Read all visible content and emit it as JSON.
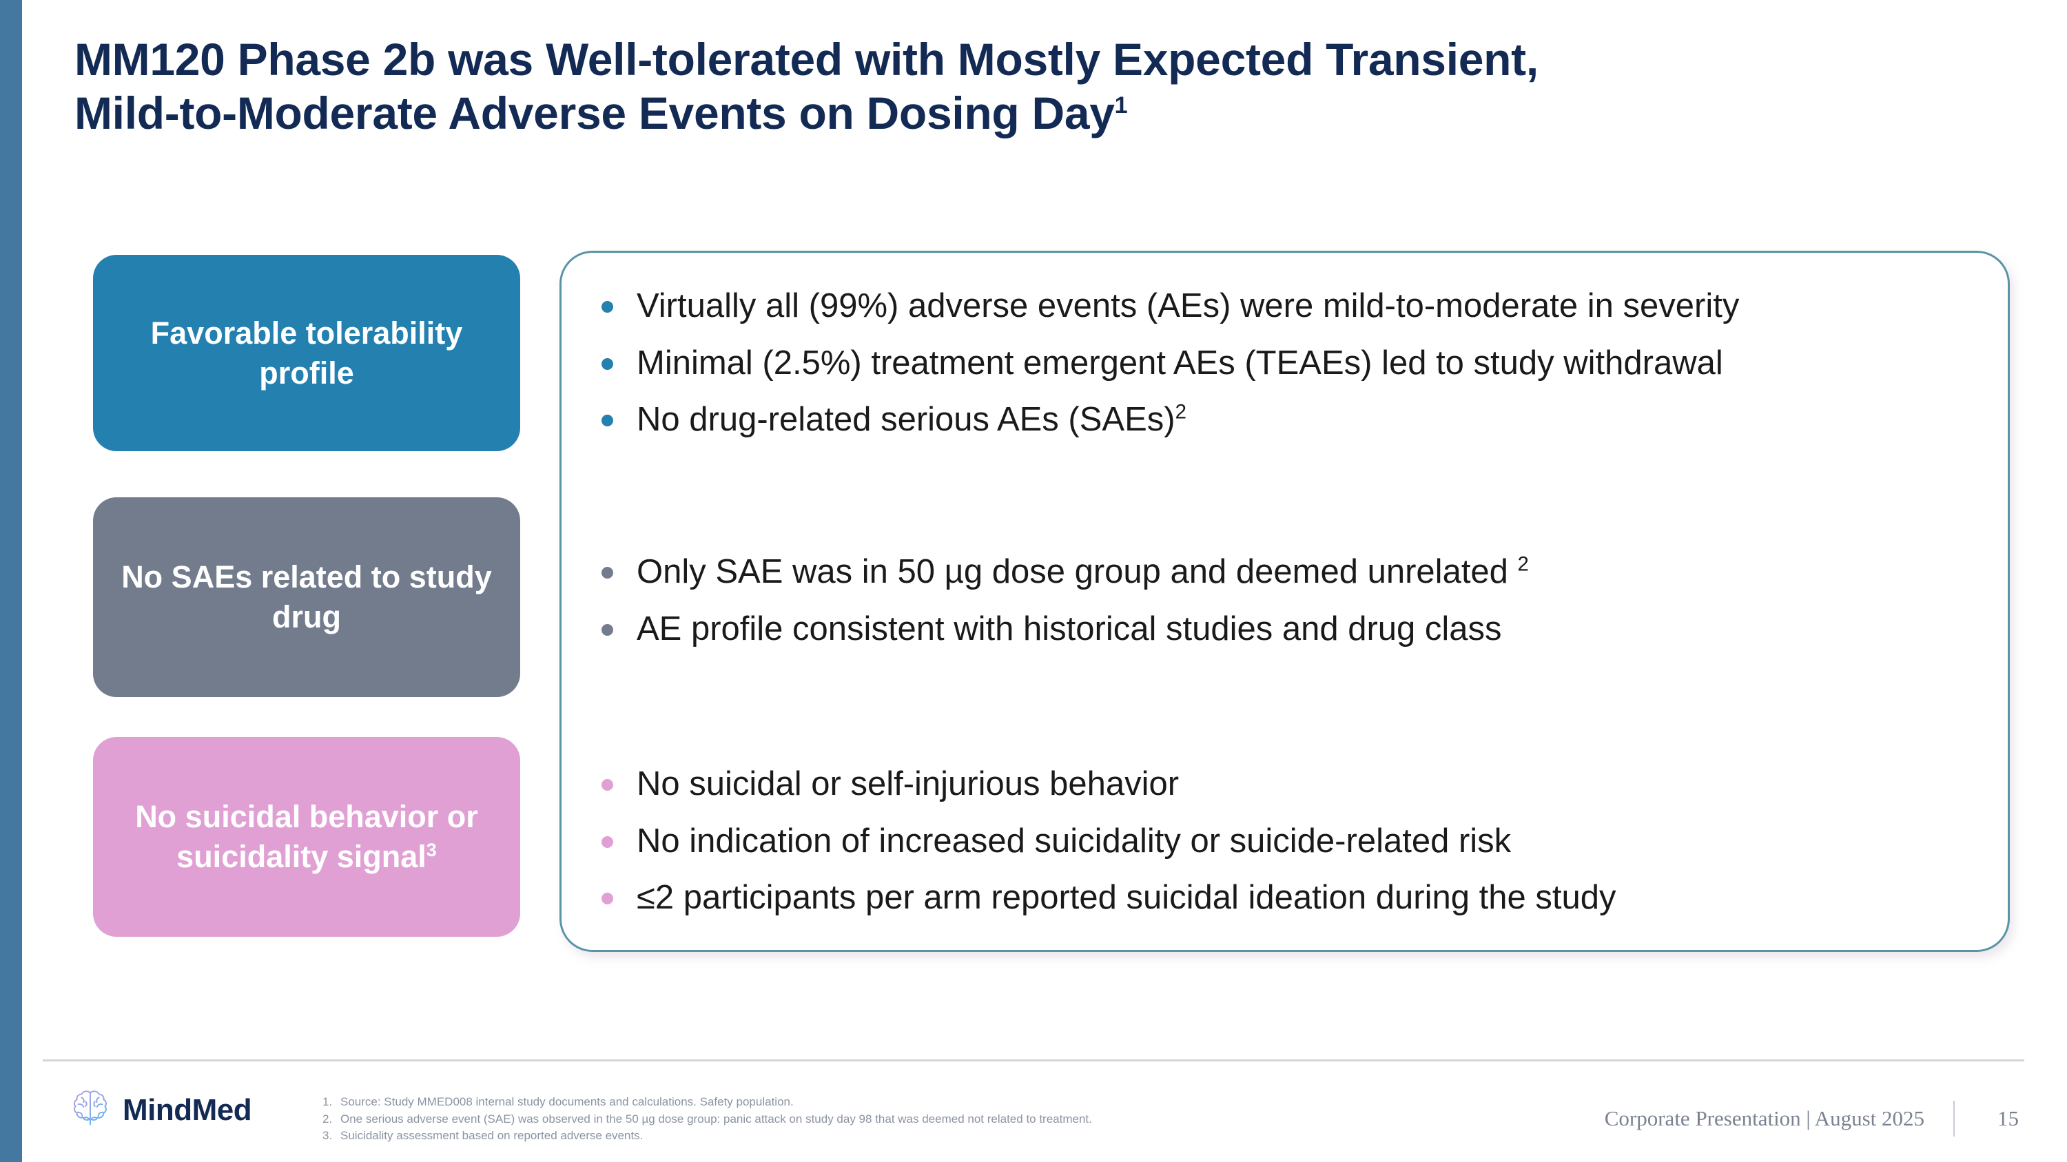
{
  "title": {
    "line1": "MM120 Phase 2b was Well-tolerated with Mostly Expected Transient,",
    "line2": "Mild-to-Moderate Adverse Events on Dosing Day",
    "line2_sup": "1"
  },
  "pills": [
    {
      "label": "Favorable tolerability profile",
      "sup": "",
      "color": "#2480af"
    },
    {
      "label": "No SAEs related to study drug",
      "sup": "",
      "color": "#737c8c"
    },
    {
      "label": "No suicidal behavior or suicidality signal",
      "sup": "3",
      "color": "#e0a0d4"
    }
  ],
  "bullet_groups": [
    {
      "dot_color": "#2480af",
      "items": [
        {
          "text": "Virtually all (99%) adverse events (AEs) were mild-to-moderate in severity",
          "sup": ""
        },
        {
          "text": "Minimal (2.5%) treatment emergent AEs (TEAEs) led to study withdrawal",
          "sup": ""
        },
        {
          "text": "No drug-related serious AEs (SAEs)",
          "sup": "2"
        }
      ]
    },
    {
      "dot_color": "#737c8c",
      "items": [
        {
          "text": "Only SAE was in 50 µg dose group and deemed unrelated ",
          "sup": "2"
        },
        {
          "text": "AE profile consistent with historical studies and drug class",
          "sup": ""
        }
      ]
    },
    {
      "dot_color": "#e0a0d4",
      "items": [
        {
          "text": "No suicidal or self-injurious behavior",
          "sup": ""
        },
        {
          "text": "No indication of increased suicidality or suicide-related risk",
          "sup": ""
        },
        {
          "text": "≤2 participants per arm reported suicidal ideation during the study",
          "sup": ""
        }
      ]
    }
  ],
  "footer": {
    "logo_text": "MindMed",
    "footnotes": [
      {
        "num": "1.",
        "text": "Source: Study MMED008 internal study documents and calculations. Safety population."
      },
      {
        "num": "2.",
        "text": "One serious adverse event (SAE) was observed in the 50 µg dose group: panic attack on study day 98 that was deemed not related to treatment."
      },
      {
        "num": "3.",
        "text": "Suicidality assessment based on reported adverse events."
      }
    ],
    "meta": "Corporate Presentation | August 2025",
    "page_number": "15"
  },
  "theme": {
    "accent_bar_color": "#4478a0",
    "title_color": "#122a54",
    "panel_border_color": "#5b93a8",
    "footer_text_color": "#7a8291"
  }
}
